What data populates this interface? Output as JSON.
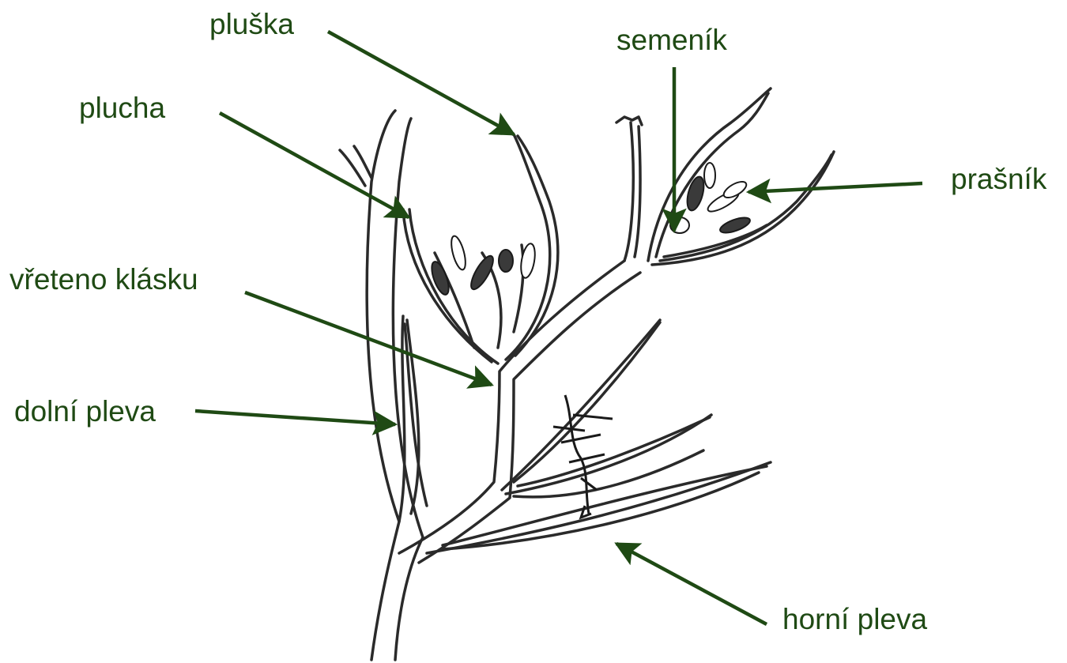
{
  "labels": {
    "pluska": "pluška",
    "plucha": "plucha",
    "vreteno": "vřeteno klásku",
    "dolni_pleva": "dolní pleva",
    "semenik": "semeník",
    "prasnik": "prašník",
    "horni_pleva": "horní pleva"
  },
  "colors": {
    "label_text": "#1f4a14",
    "arrow": "#1f4a14",
    "drawing_line": "#2a2a2a",
    "background": "#ffffff"
  }
}
